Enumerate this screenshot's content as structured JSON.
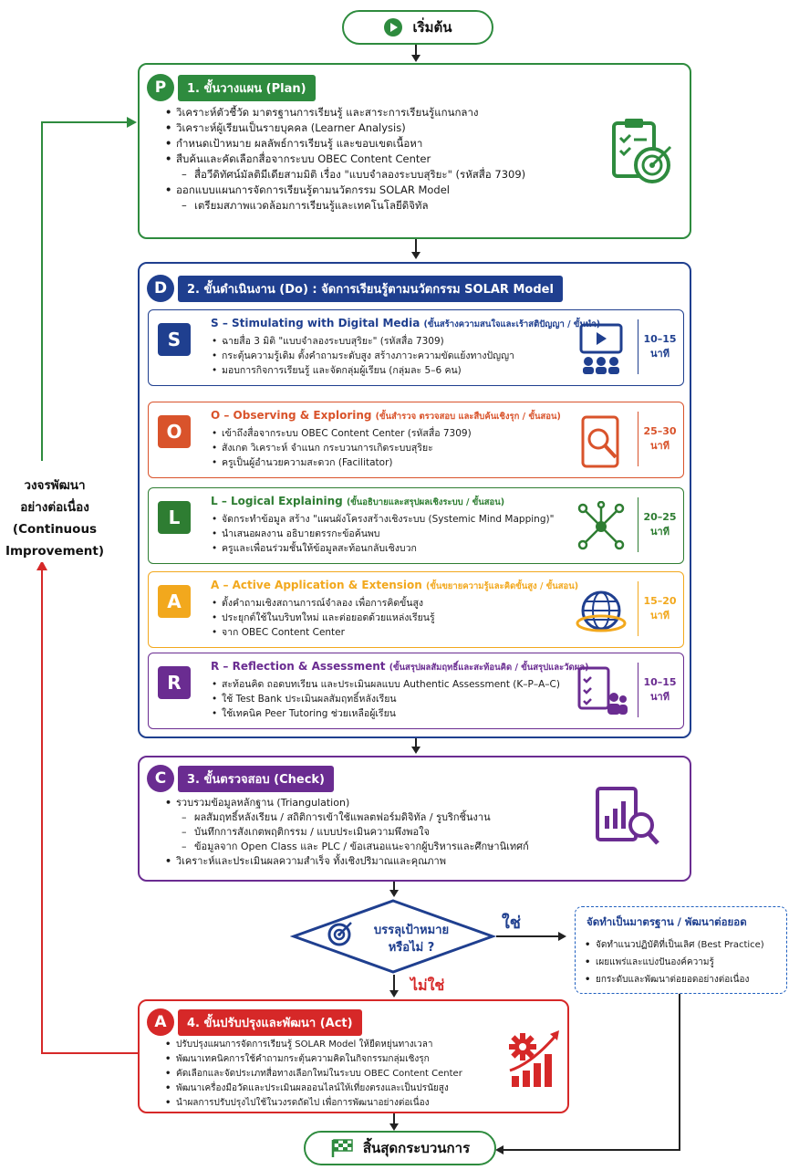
{
  "start": {
    "label": "เริ่มต้น"
  },
  "end": {
    "label": "สิ้นสุดกระบวนการ"
  },
  "loop": {
    "label_line1": "วงจรพัฒนา",
    "label_line2": "อย่างต่อเนื่อง",
    "label_line3": "(Continuous",
    "label_line4": "Improvement)"
  },
  "plan": {
    "letter": "P",
    "title": "1. ขั้นวางแผน (Plan)",
    "items": [
      {
        "type": "bullet",
        "text": "วิเคราะห์ตัวชี้วัด มาตรฐานการเรียนรู้ และสาระการเรียนรู้แกนกลาง"
      },
      {
        "type": "bullet",
        "text": "วิเคราะห์ผู้เรียนเป็นรายบุคคล (Learner Analysis)"
      },
      {
        "type": "bullet",
        "text": "กำหนดเป้าหมาย ผลลัพธ์การเรียนรู้ และขอบเขตเนื้อหา"
      },
      {
        "type": "bullet",
        "text": "สืบค้นและคัดเลือกสื่อจากระบบ OBEC Content Center"
      },
      {
        "type": "sub",
        "text": "สื่อวีดิทัศน์มัลติมีเดียสามมิติ เรื่อง \"แบบจำลองระบบสุริยะ\" (รหัสสื่อ 7309)"
      },
      {
        "type": "bullet",
        "text": "ออกแบบแผนการจัดการเรียนรู้ตามนวัตกรรม SOLAR Model"
      },
      {
        "type": "sub",
        "text": "เตรียมสภาพแวดล้อมการเรียนรู้และเทคโนโลยีดิจิทัล"
      }
    ]
  },
  "do": {
    "letter": "D",
    "title": "2. ขั้นดำเนินงาน (Do) : จัดการเรียนรู้ตามนวัตกรรม SOLAR Model",
    "stages": [
      {
        "letter": "S",
        "title": "S – Stimulating with Digital Media",
        "subtitle": "(ขั้นสร้างความสนใจและเร้าสติปัญญา / ขั้นนำ)",
        "items": [
          "ฉายสื่อ 3 มิติ \"แบบจำลองระบบสุริยะ\" (รหัสสื่อ 7309)",
          "กระตุ้นความรู้เดิม ตั้งคำถามระดับสูง สร้างภาวะความขัดแย้งทางปัญญา",
          "มอบการกิจการเรียนรู้ และจัดกลุ่มผู้เรียน (กลุ่มละ 5–6 คน)"
        ],
        "time1": "10–15",
        "time2": "นาที",
        "color": "#1f3f8f",
        "icon": "video-presentation-icon"
      },
      {
        "letter": "O",
        "title": "O – Observing & Exploring",
        "subtitle": "(ขั้นสำรวจ ตรวจสอบ และสืบค้นเชิงรุก / ขั้นสอน)",
        "items": [
          "เข้าถึงสื่อจากระบบ OBEC Content Center (รหัสสื่อ 7309)",
          "สังเกต วิเคราะห์ จำแนก กระบวนการเกิดระบบสุริยะ",
          "ครูเป็นผู้อำนวยความสะดวก (Facilitator)"
        ],
        "time1": "25–30",
        "time2": "นาที",
        "color": "#d9532b",
        "icon": "tablet-search-icon"
      },
      {
        "letter": "L",
        "title": "L – Logical Explaining",
        "subtitle": "(ขั้นอธิบายและสรุปผลเชิงระบบ / ขั้นสอน)",
        "items": [
          "จัดกระทำข้อมูล สร้าง \"แผนผังโครงสร้างเชิงระบบ (Systemic Mind Mapping)\"",
          "นำเสนอผลงาน อธิบายตรรกะข้อค้นพบ",
          "ครูและเพื่อนร่วมชั้นให้ข้อมูลสะท้อนกลับเชิงบวก"
        ],
        "time1": "20–25",
        "time2": "นาที",
        "color": "#2e7d32",
        "icon": "network-icon"
      },
      {
        "letter": "A",
        "title": "A – Active Application & Extension",
        "subtitle": "(ขั้นขยายความรู้และคิดขั้นสูง / ขั้นสอน)",
        "items": [
          "ตั้งคำถามเชิงสถานการณ์จำลอง เพื่อการคิดขั้นสูง",
          "ประยุกต์ใช้ในบริบทใหม่ และต่อยอดด้วยแหล่งเรียนรู้",
          "จาก OBEC Content Center"
        ],
        "time1": "15–20",
        "time2": "นาที",
        "color": "#f2a81d",
        "icon": "globe-icon"
      },
      {
        "letter": "R",
        "title": "R – Reflection & Assessment",
        "subtitle": "(ขั้นสรุปผลสัมฤทธิ์และสะท้อนคิด / ขั้นสรุปและวัดผล)",
        "items": [
          "สะท้อนคิด ถอดบทเรียน และประเมินผลแบบ Authentic Assessment (K–P–A–C)",
          "ใช้ Test Bank ประเมินผลสัมฤทธิ์หลังเรียน",
          "ใช้เทคนิค Peer Tutoring ช่วยเหลือผู้เรียน"
        ],
        "time1": "10–15",
        "time2": "นาที",
        "color": "#6a2c91",
        "icon": "checklist-group-icon"
      }
    ]
  },
  "check": {
    "letter": "C",
    "title": "3. ขั้นตรวจสอบ (Check)",
    "items": [
      {
        "type": "bullet",
        "text": "รวบรวมข้อมูลหลักฐาน (Triangulation)"
      },
      {
        "type": "sub",
        "text": "ผลสัมฤทธิ์หลังเรียน / สถิติการเข้าใช้แพลตฟอร์มดิจิทัล / รูบริกชิ้นงาน"
      },
      {
        "type": "sub",
        "text": "บันทึกการสังเกตพฤติกรรม / แบบประเมินความพึงพอใจ"
      },
      {
        "type": "sub",
        "text": "ข้อมูลจาก Open Class และ PLC / ข้อเสนอแนะจากผู้บริหารและศึกษานิเทศก์"
      },
      {
        "type": "bullet",
        "text": "วิเคราะห์และประเมินผลความสำเร็จ ทั้งเชิงปริมาณและคุณภาพ"
      }
    ]
  },
  "decision": {
    "line1": "บรรลุเป้าหมาย",
    "line2": "หรือไม่ ?",
    "yes": "ใช่",
    "no": "ไม่ใช่"
  },
  "standard": {
    "title": "จัดทำเป็นมาตรฐาน / พัฒนาต่อยอด",
    "items": [
      "จัดทำแนวปฏิบัติที่เป็นเลิศ (Best Practice)",
      "เผยแพร่และแบ่งปันองค์ความรู้",
      "ยกระดับและพัฒนาต่อยอดอย่างต่อเนื่อง"
    ]
  },
  "act": {
    "letter": "A",
    "title": "4. ขั้นปรับปรุงและพัฒนา (Act)",
    "items": [
      "ปรับปรุงแผนการจัดการเรียนรู้ SOLAR Model ให้ยืดหยุ่นทางเวลา",
      "พัฒนาเทคนิคการใช้คำถามกระตุ้นความคิดในกิจกรรมกลุ่มเชิงรุก",
      "คัดเลือกและจัดประเภทสื่อทางเลือกใหม่ในระบบ OBEC Content Center",
      "พัฒนาเครื่องมือวัดและประเมินผลออนไลน์ให้เที่ยงตรงและเป็นปรนัยสูง",
      "นำผลการปรับปรุงไปใช้ในวงรดถัดไป เพื่อการพัฒนาอย่างต่อเนื่อง"
    ]
  },
  "colors": {
    "plan": "#2e8b3e",
    "do": "#1f3f8f",
    "check": "#6a2c91",
    "act": "#d62828",
    "standard": "#1f5fbf"
  }
}
